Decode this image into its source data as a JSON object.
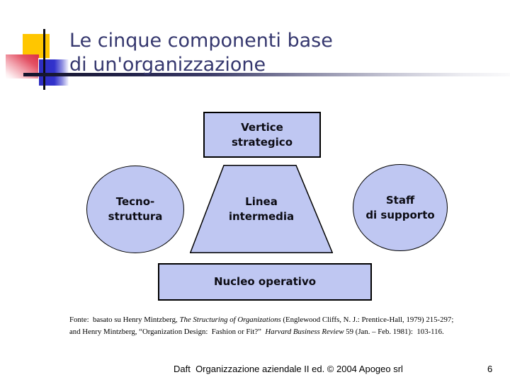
{
  "slide": {
    "title": {
      "line1": "Le cinque componenti base",
      "line2": "di un'organizzazione"
    },
    "diagram": {
      "vertice_strategico": "Vertice\nstrategico",
      "tecnostruttura": "Tecno-\nstruttura",
      "linea_intermedia": "Linea\nintermedia",
      "staff_di_supporto": "Staff\ndi supporto",
      "nucleo_operativo": "Nucleo operativo"
    },
    "citation": {
      "line1_pre": "Fonte:  basato su Henry Mintzberg, ",
      "line1_italic": "The Structuring of Organizations",
      "line1_post": " (Englewood Cliffs, N. J.: Prentice-Hall, 1979) 215-297;",
      "line2_pre": "and Henry Mintzberg, “Organization Design:  Fashion or Fit?”  ",
      "line2_italic": "Harvard Business Review",
      "line2_post": " 59 (Jan. – Feb. 1981):  103-116."
    },
    "footer": {
      "credit": "Daft  Organizzazione aziendale II ed. © 2004 Apogeo srl",
      "page_number": "6"
    },
    "colors": {
      "shape_fill": "#BFC7F2",
      "title_text": "#35376E",
      "accent_yellow": "#FFC600",
      "accent_red": "#DC2E44",
      "accent_blue": "#3232CC"
    }
  }
}
